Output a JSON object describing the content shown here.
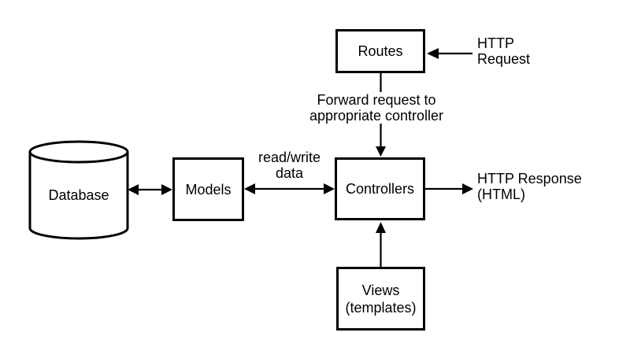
{
  "canvas": {
    "background_color": "#ffffff",
    "stroke_color": "#000000",
    "text_color": "#000000"
  },
  "nodes": {
    "routes": {
      "label": "Routes",
      "shape": "rectangle"
    },
    "database": {
      "label": "Database",
      "shape": "cylinder"
    },
    "models": {
      "label": "Models",
      "shape": "rectangle"
    },
    "controllers": {
      "label": "Controllers",
      "shape": "rectangle"
    },
    "views": {
      "label_line1": "Views",
      "label_line2": "(templates)",
      "shape": "rectangle"
    }
  },
  "edge_labels": {
    "http_request": {
      "line1": "HTTP",
      "line2": "Request"
    },
    "forward": {
      "line1": "Forward request to",
      "line2": "appropriate controller"
    },
    "read_write": {
      "line1": "read/write",
      "line2": "data"
    },
    "http_response": {
      "line1": "HTTP Response",
      "line2": "(HTML)"
    }
  },
  "edges": [
    {
      "from": "http-request",
      "to": "routes",
      "type": "arrow"
    },
    {
      "from": "routes",
      "to": "controllers",
      "type": "arrow",
      "label": "Forward request to appropriate controller"
    },
    {
      "from": "database",
      "to": "models",
      "type": "double-arrow"
    },
    {
      "from": "models",
      "to": "controllers",
      "type": "double-arrow",
      "label": "read/write data"
    },
    {
      "from": "controllers",
      "to": "http-response",
      "type": "arrow",
      "label": "HTTP Response (HTML)"
    },
    {
      "from": "views",
      "to": "controllers",
      "type": "arrow"
    }
  ]
}
